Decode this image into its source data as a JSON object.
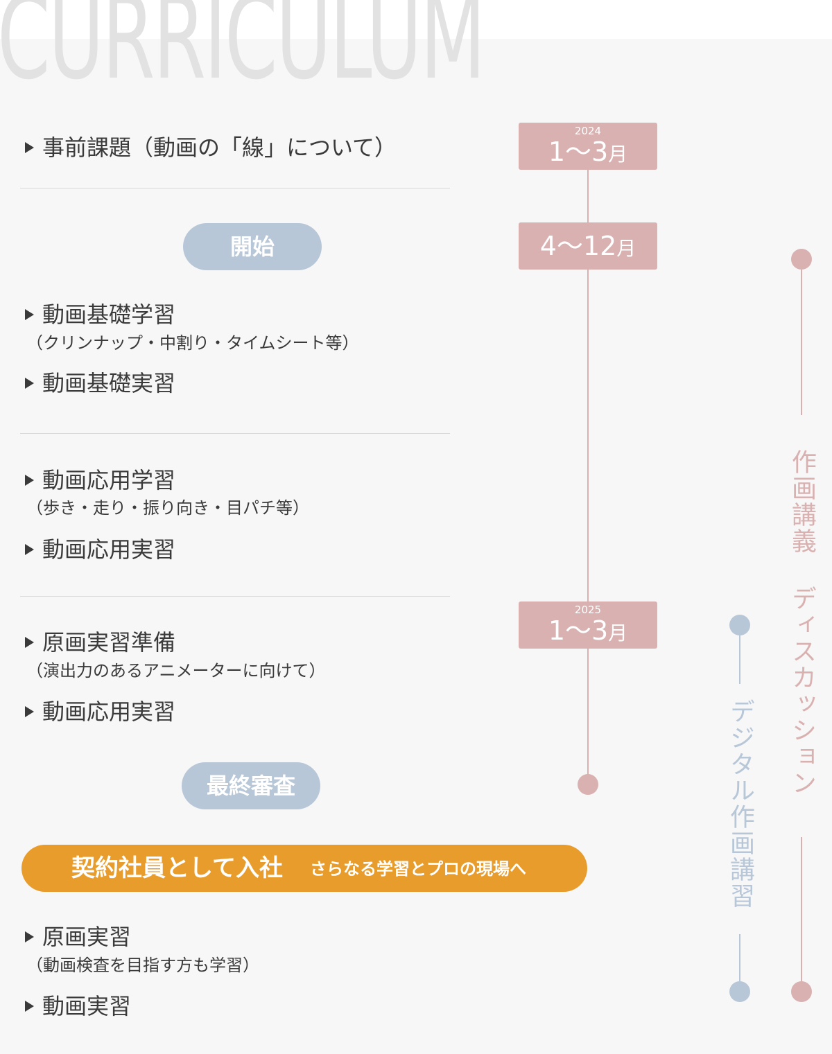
{
  "title": "CURRICULUM",
  "arrow_icon": "play-triangle-icon",
  "colors": {
    "pink": "#d9b1b1",
    "blue": "#b7c7d8",
    "orange": "#e89c2b",
    "text": "#3a3a3a",
    "panel": "#f7f7f7"
  },
  "dates": [
    {
      "year": "2024",
      "range": "1〜3",
      "unit": "月"
    },
    {
      "year": "",
      "range": "4〜12",
      "unit": "月"
    },
    {
      "year": "2025",
      "range": "1〜3",
      "unit": "月"
    }
  ],
  "pills": {
    "start": "開始",
    "final": "最終審査"
  },
  "items": {
    "pre": "事前課題（動画の「線」について）",
    "basic_study": "動画基礎学習",
    "basic_study_sub": "（クリンナップ・中割り・タイムシート等）",
    "basic_practice": "動画基礎実習",
    "applied_study": "動画応用学習",
    "applied_study_sub": "（歩き・走り・振り向き・目パチ等）",
    "applied_practice": "動画応用実習",
    "keyframe_prep": "原画実習準備",
    "keyframe_prep_sub": "（演出力のあるアニメーターに向けて）",
    "applied_practice2": "動画応用実習",
    "keyframe_practice": "原画実習",
    "keyframe_practice_sub": "（動画検査を目指す方も学習）",
    "inbetween_practice": "動画実習"
  },
  "banner": {
    "main": "契約社員として入社",
    "sub": "さらなる学習とプロの現場へ"
  },
  "side": {
    "drawing_lecture": "作画講義",
    "discussion": "ディスカッション",
    "digital": "デジタル作画講習"
  }
}
